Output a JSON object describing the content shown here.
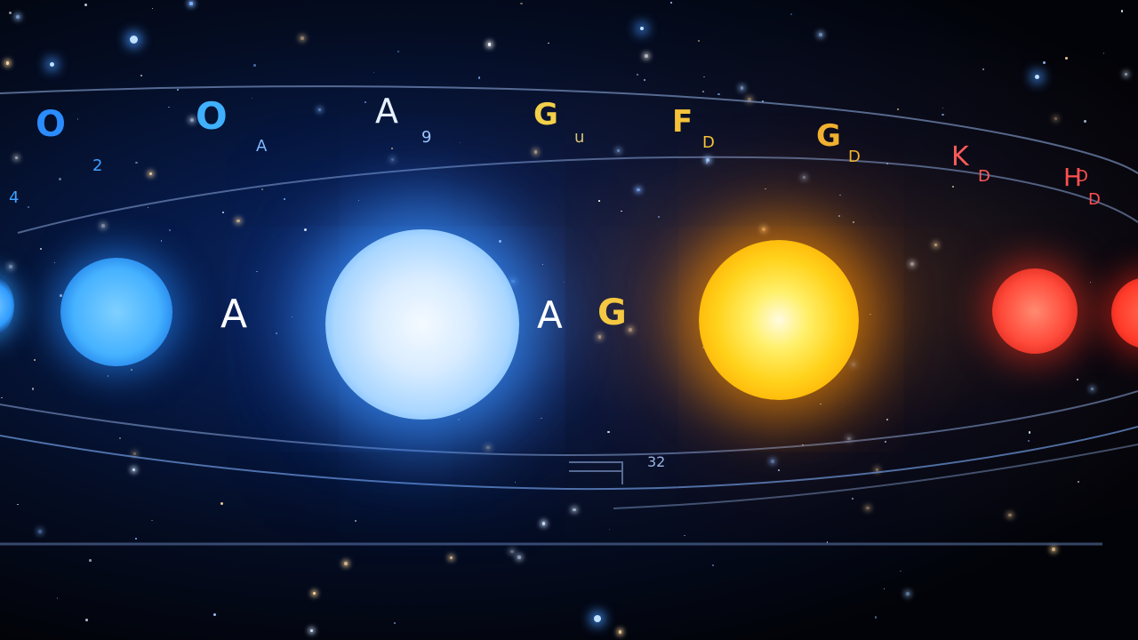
{
  "top_row": [
    {
      "text": "O",
      "color": "#2a8cff"
    },
    {
      "text": "O",
      "color": "#3fb0ff"
    },
    {
      "text": "A",
      "color": "#e6f0ff"
    },
    {
      "text": "G",
      "color": "#f2d04a"
    },
    {
      "text": "F",
      "color": "#f5c23a"
    },
    {
      "text": "G",
      "color": "#f0b030"
    },
    {
      "text": "K",
      "color": "#ff5a5a"
    },
    {
      "text": "H",
      "color": "#ff5050"
    }
  ],
  "sub_marks": [
    "2",
    "4",
    "A",
    "9",
    "u",
    "D",
    "D",
    "D",
    "D",
    "D"
  ],
  "middle_labels": [
    {
      "text": "A",
      "color": "#ffffff"
    },
    {
      "text": "A",
      "color": "#ffffff"
    },
    {
      "text": "G",
      "color": "#f5c842"
    }
  ],
  "scale_text": "32",
  "stars": [
    {
      "name": "blue-star-edge",
      "color": "#2f9cff"
    },
    {
      "name": "blue-star",
      "color": "#46b2ff"
    },
    {
      "name": "white-blue-star",
      "color": "#cfe6ff"
    },
    {
      "name": "yellow-star",
      "color": "#ffd21a"
    },
    {
      "name": "red-star",
      "color": "#ff4a3a"
    },
    {
      "name": "red-star-edge",
      "color": "#ff3a2a"
    }
  ]
}
